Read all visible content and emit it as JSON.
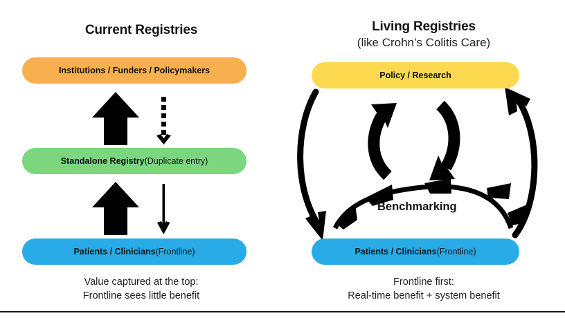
{
  "colors": {
    "orange": "#F8AF4E",
    "green": "#7BD67F",
    "blue": "#29ABE8",
    "yellow": "#FCD94F",
    "ink": "#000000",
    "background": "#FFFFFF"
  },
  "left_panel": {
    "title": "Current Registries",
    "nodes": [
      {
        "id": "institutions",
        "strong": "Institutions / Funders / Policymakers",
        "light": ""
      },
      {
        "id": "standalone-registry",
        "strong": "Standalone Registry",
        "light": " (Duplicate entry)"
      },
      {
        "id": "patients-clinicians",
        "strong": "Patients / Clinicians",
        "light": " (Frontline)"
      }
    ],
    "connectors": [
      {
        "name": "thick-up-arrow-upper",
        "direction": "up",
        "style": "solid-thick"
      },
      {
        "name": "dotted-down-arrow-upper",
        "direction": "down",
        "style": "dotted-thin"
      },
      {
        "name": "thick-up-arrow-lower",
        "direction": "up",
        "style": "solid-thick"
      },
      {
        "name": "thin-down-arrow-lower",
        "direction": "down",
        "style": "solid-thin"
      }
    ],
    "caption_line1": "Value captured at the top:",
    "caption_line2": "Frontline sees little benefit"
  },
  "right_panel": {
    "title": "Living Registries",
    "subtitle": "(like Crohn’s Colitis Care)",
    "nodes": [
      {
        "id": "policy-research",
        "strong": "Policy / Research",
        "light": ""
      },
      {
        "id": "patients-clinicians",
        "strong": "Patients / Clinicians",
        "light": " (Frontline)"
      }
    ],
    "benchmarking_label": "Benchmarking",
    "connectors": [
      {
        "name": "left-outer-down-arrow",
        "from": "policy-research",
        "to": "patients-clinicians"
      },
      {
        "name": "right-outer-up-arrow",
        "from": "patients-clinicians",
        "to": "policy-research"
      },
      {
        "name": "inner-cycle-left-arrow",
        "direction": "up"
      },
      {
        "name": "inner-cycle-right-arrow",
        "direction": "down"
      },
      {
        "name": "benchmarking-arc",
        "direction": "right-to-left"
      }
    ],
    "caption_line1": "Frontline first:",
    "caption_line2": "Real-time benefit + system benefit"
  }
}
